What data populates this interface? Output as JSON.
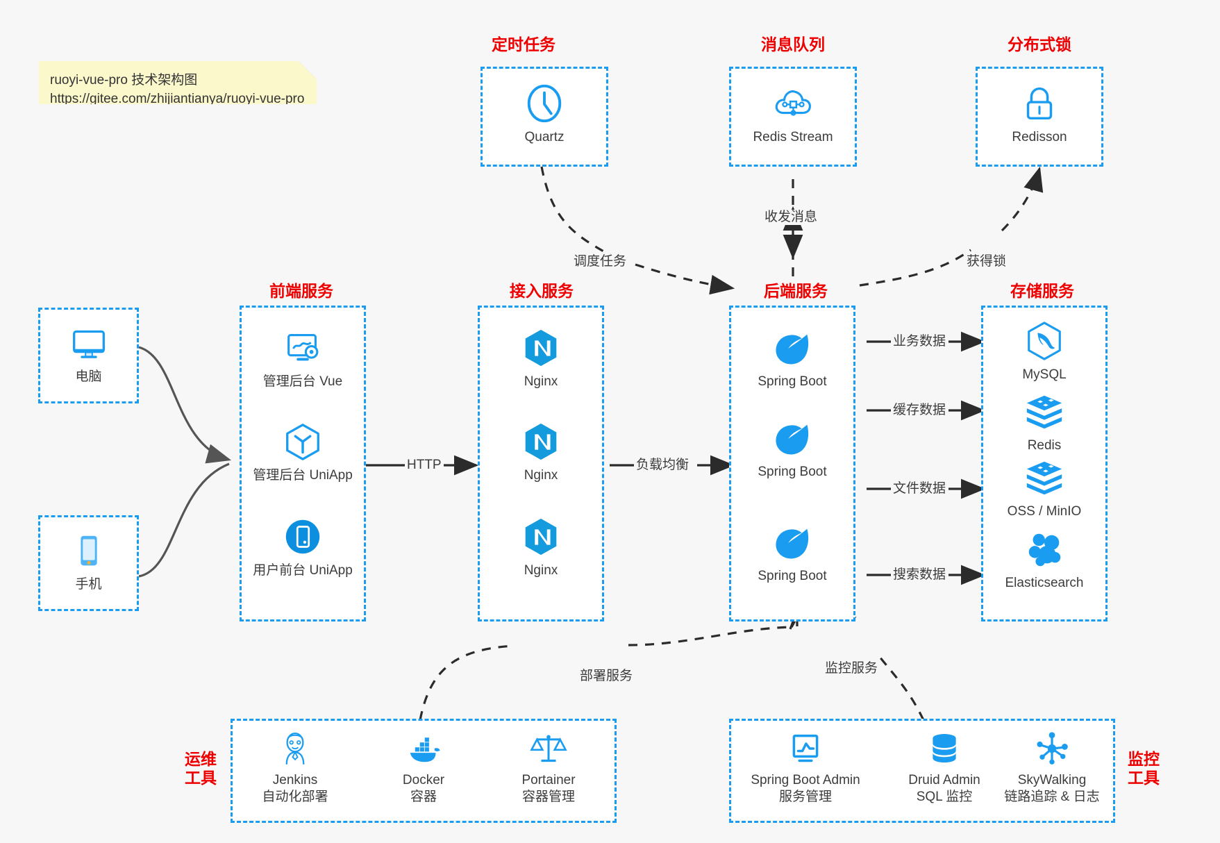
{
  "note": {
    "line1": "ruoyi-vue-pro 技术架构图",
    "line2": "https://gitee.com/zhijiantianya/ruoyi-vue-pro"
  },
  "colors": {
    "accent_blue": "#1a9cf0",
    "heading_red": "#ef0000",
    "note_yellow": "#fbf8cc",
    "background": "#f7f7f7",
    "arrow_dark": "#2b2b2b",
    "curve_gray": "#555555"
  },
  "groups": {
    "scheduled_tasks": {
      "title": "定时任务"
    },
    "message_queue": {
      "title": "消息队列"
    },
    "distributed_lock": {
      "title": "分布式锁"
    },
    "frontend": {
      "title": "前端服务"
    },
    "gateway": {
      "title": "接入服务"
    },
    "backend": {
      "title": "后端服务"
    },
    "storage": {
      "title": "存储服务"
    },
    "devops": {
      "title_line1": "运维",
      "title_line2": "工具"
    },
    "monitoring": {
      "title_line1": "监控",
      "title_line2": "工具"
    }
  },
  "nodes": {
    "quartz": {
      "label": "Quartz",
      "icon": "clock-icon"
    },
    "redis_stream": {
      "label": "Redis Stream",
      "icon": "cloud-network-icon"
    },
    "redisson": {
      "label": "Redisson",
      "icon": "lock-icon"
    },
    "pc": {
      "label": "电脑",
      "icon": "desktop-icon"
    },
    "mobile": {
      "label": "手机",
      "icon": "smartphone-icon"
    },
    "admin_vue": {
      "label": "管理后台 Vue",
      "icon": "dashboard-gear-icon"
    },
    "admin_uniapp": {
      "label": "管理后台 UniApp",
      "icon": "uniapp-cube-icon"
    },
    "user_uniapp": {
      "label": "用户前台 UniApp",
      "icon": "mobile-app-icon"
    },
    "nginx_1": {
      "label": "Nginx",
      "icon": "nginx-icon"
    },
    "nginx_2": {
      "label": "Nginx",
      "icon": "nginx-icon"
    },
    "nginx_3": {
      "label": "Nginx",
      "icon": "nginx-icon"
    },
    "springboot_1": {
      "label": "Spring Boot",
      "icon": "spring-leaf-icon"
    },
    "springboot_2": {
      "label": "Spring Boot",
      "icon": "spring-leaf-icon"
    },
    "springboot_3": {
      "label": "Spring Boot",
      "icon": "spring-leaf-icon"
    },
    "mysql": {
      "label": "MySQL",
      "icon": "mysql-dolphin-icon"
    },
    "redis": {
      "label": "Redis",
      "icon": "redis-stack-icon"
    },
    "oss_minio": {
      "label": "OSS / MinIO",
      "icon": "redis-stack-icon"
    },
    "elasticsearch": {
      "label": "Elasticsearch",
      "icon": "elasticsearch-icon"
    },
    "jenkins": {
      "label": "Jenkins",
      "sublabel": "自动化部署",
      "icon": "jenkins-butler-icon"
    },
    "docker": {
      "label": "Docker",
      "sublabel": "容器",
      "icon": "docker-whale-icon"
    },
    "portainer": {
      "label": "Portainer",
      "sublabel": "容器管理",
      "icon": "portainer-scales-icon"
    },
    "spring_boot_admin": {
      "label": "Spring Boot Admin",
      "sublabel": "服务管理",
      "icon": "monitor-chart-icon"
    },
    "druid_admin": {
      "label": "Druid Admin",
      "sublabel": "SQL 监控",
      "icon": "database-stack-icon"
    },
    "skywalking": {
      "label": "SkyWalking",
      "sublabel": "链路追踪 & 日志",
      "icon": "skywalking-nodes-icon"
    }
  },
  "edges": {
    "schedule_task": "调度任务",
    "send_receive_msg": "收发消息",
    "acquire_lock": "获得锁",
    "http": "HTTP",
    "load_balance": "负载均衡",
    "business_data": "业务数据",
    "cache_data": "缓存数据",
    "file_data": "文件数据",
    "search_data": "搜索数据",
    "deploy_service": "部署服务",
    "monitor_service": "监控服务"
  }
}
